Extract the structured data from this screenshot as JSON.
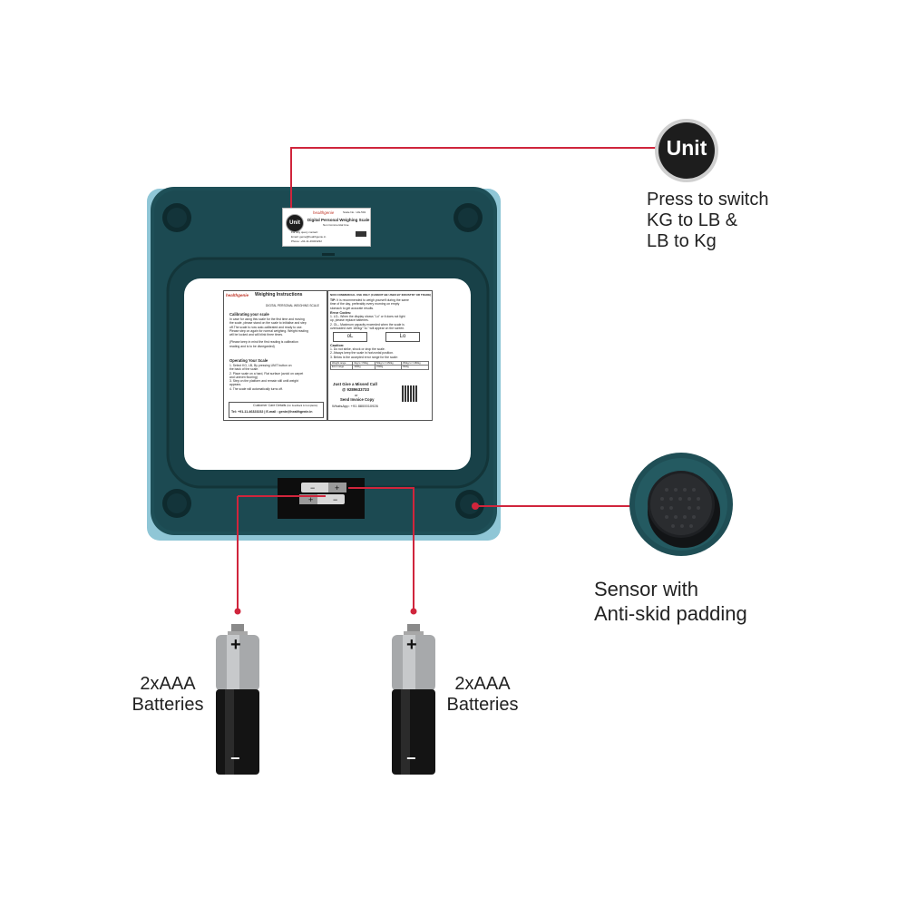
{
  "unit_callout": {
    "badge": "Unit",
    "lines": [
      "Press to switch",
      "KG to LB &",
      "LB to Kg"
    ]
  },
  "sensor_callout": {
    "lines": [
      "Sensor with",
      "Anti-skid padding"
    ]
  },
  "battery_left": {
    "lines": [
      "2xAAA",
      "Batteries"
    ],
    "plus": "+",
    "minus": "−"
  },
  "battery_right": {
    "lines": [
      "2xAAA",
      "Batteries"
    ],
    "plus": "+",
    "minus": "−"
  },
  "scale_sticker": {
    "unit_badge": "Unit",
    "brand": "healthgenie",
    "model": "Scale No.: HG-501",
    "product": "Digital Personal Weighing Scale",
    "note": "Non Commercial Use",
    "contact_title": "For any query contact:",
    "email": "Email: genie@healthgenie.in",
    "phone": "Phone: +91-11-46323232"
  },
  "instruction_label": {
    "left": {
      "brand": "healthgenie",
      "title": "Weighing Instructions",
      "subtitle": "DIGITAL PERSONAL WEIGHING SCALE",
      "sec1_title": "Calibrating your scale",
      "sec1_body": [
        "In case for using this scale for the first time and moving",
        "the scale, please stand on the scale to initialise and step",
        "off.The scale is now auto-calibrated and ready to use.",
        "Please step on again for normal weighing. Weight reading",
        "will be locked and will blink three times."
      ],
      "sec1_note": [
        "(Please keep in mind the first reading is calibration",
        "reading and is to be disregarded)"
      ],
      "sec2_title": "Operating Your Scale",
      "sec2_body": [
        "1. Select KG, LB, By pressing UNIT button on",
        "the back of the scale.",
        "2. Place scale on a hard, Flat surface (avoid on carpet",
        "and uneven flooring)",
        "3. Step on the platform and remain still until weight",
        "appears.",
        "4. The scale will automatically turns off."
      ],
      "care_title": "Customer Care Details",
      "care_small": "(For Feedback & Complaints)",
      "care_line": "Tel: +91-11-46323232 | E-mail : genie@healthgenie.in"
    },
    "right": {
      "header": "NON COMMERCIAL USE ONLY (CANNOT BE USED BY INDUSTRY OR TRADE)",
      "tip_label": "TIP:",
      "tip": [
        "It is recommended to weigh yourself during the same",
        "time of the day, preferably every morning on empty",
        "stomach to get accurate results."
      ],
      "err_title": "Error Codes:",
      "err": [
        "1. LO– When the display shows \"Lo\" or it does not light",
        "up, please replace batteries.",
        "2. OL– Maximum capacity exceeded when the scale is",
        "overloaded over 180kg/ \"oL\" will appear on the screen."
      ],
      "disp1": "oL",
      "disp2": "Lo",
      "caution_title": "Caution:",
      "caution": [
        "1. Do not strike, shock or drop the scale.",
        "2. Always keep the scale in horizontal position.",
        "3. Below is the accepted error range for the scale:"
      ],
      "table": [
        [
          "Weight range",
          "0kg<x<=50kg",
          "50kg<x<=150kg",
          "150kg<x<=180kg"
        ],
        [
          "Error range",
          "±400g",
          "±500g",
          "±600g"
        ]
      ],
      "missed_title": "Just Give a Missed Call",
      "missed_no": "@ 9289633733",
      "or": "or",
      "invoice": "Send Invoice Copy",
      "whatsapp": "WhatsApp: +91 8800010926"
    }
  }
}
